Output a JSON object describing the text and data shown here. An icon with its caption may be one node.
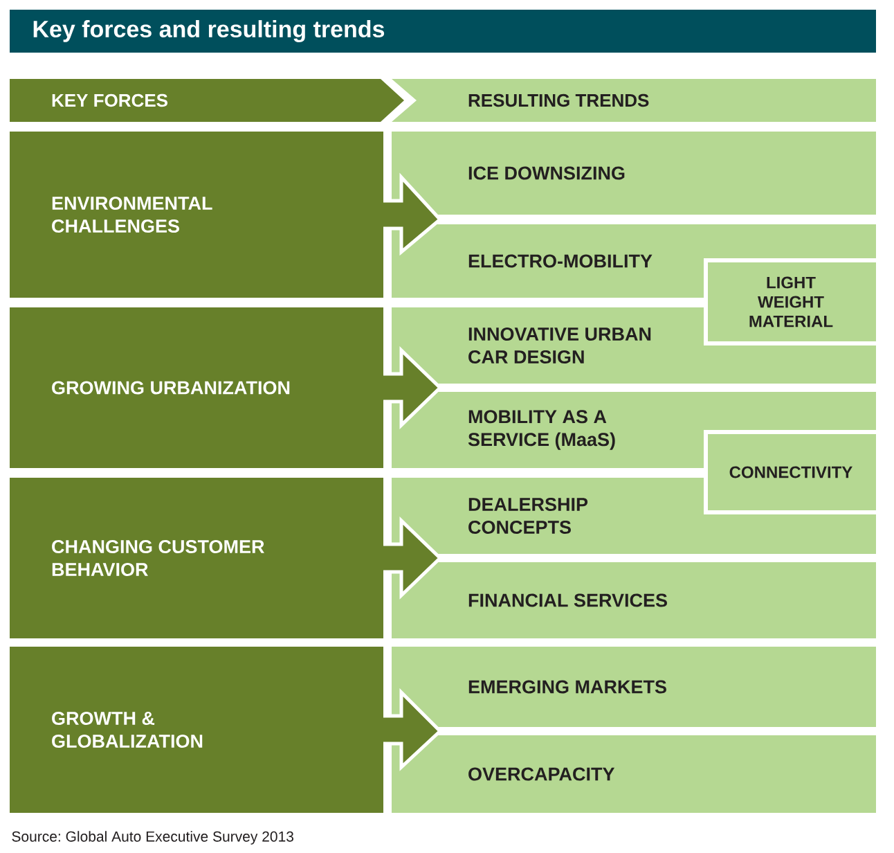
{
  "diagram": {
    "title": "Key forces and resulting trends",
    "nodes": [
      {
        "text": [
          "KEY FORCES"
        ]
      },
      {
        "text": [
          "RESULTING TRENDS"
        ]
      },
      {
        "text": [
          "ENVIRONMENTAL CHALLENGES"
        ]
      },
      {
        "text": [
          "ICE DOWNSIZING"
        ]
      },
      {
        "text": [
          "ELECTRO-MOBILITY"
        ]
      },
      {
        "text": [
          "LIGHT WEIGHT MATERIAL"
        ]
      },
      {
        "text": [
          "GROWING URBANIZATION"
        ]
      },
      {
        "text": [
          "INNOVATIVE URBAN CAR DESIGN"
        ]
      },
      {
        "text": [
          "MOBILITY AS A SERVICE (MaaS)"
        ]
      },
      {
        "text": [
          "CONNECTIVITY"
        ]
      },
      {
        "text": [
          "CHANGING CUSTOMER BEHAVIOR"
        ]
      },
      {
        "text": [
          "DEALERSHIP CONCEPTS"
        ]
      },
      {
        "text": [
          "FINANCIAL SERVICES"
        ]
      },
      {
        "text": [
          "GROWTH & GLOBALIZATION"
        ]
      },
      {
        "text": [
          "EMERGING MARKETS"
        ]
      },
      {
        "text": [
          "OVERCAPACITY"
        ]
      }
    ],
    "edges": [
      {
        "from": 0,
        "to": 1,
        "arrow": "to"
      },
      {
        "from": 2,
        "to": 3,
        "arrow": "to"
      },
      {
        "from": 2,
        "to": 4,
        "arrow": "to"
      },
      {
        "from": 6,
        "to": 7,
        "arrow": "to"
      },
      {
        "from": 6,
        "to": 8,
        "arrow": "to"
      },
      {
        "from": 10,
        "to": 11,
        "arrow": "to"
      },
      {
        "from": 10,
        "to": 12,
        "arrow": "to"
      },
      {
        "from": 13,
        "to": 14,
        "arrow": "to"
      },
      {
        "from": 13,
        "to": 15,
        "arrow": "to"
      }
    ],
    "caption": "Source: Global Auto Executive Survey 2013"
  }
}
